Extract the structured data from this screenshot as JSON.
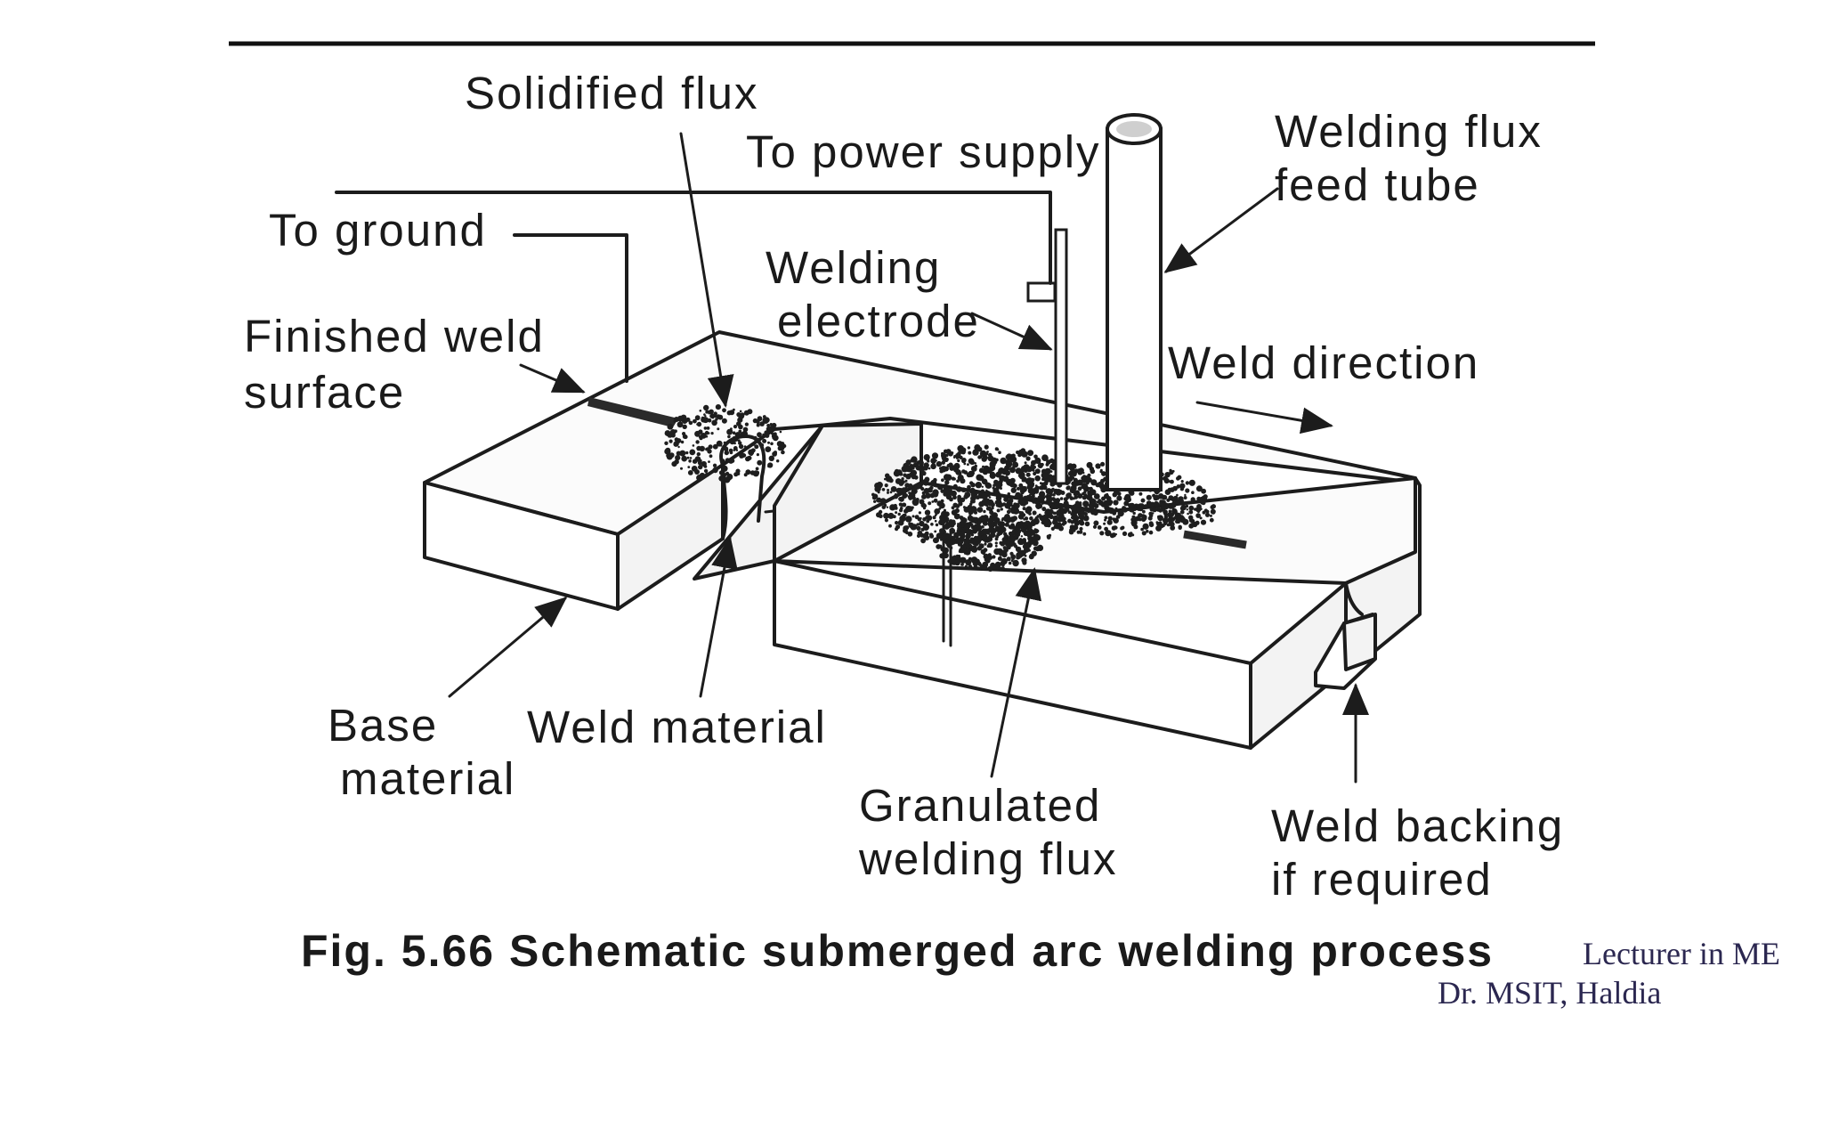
{
  "labels": {
    "solidified_flux": "Solidified flux",
    "to_power_supply": "To power supply",
    "welding_flux_feed_tube_1": "Welding flux",
    "welding_flux_feed_tube_2": "feed tube",
    "to_ground": "To ground",
    "welding_electrode_1": "Welding",
    "welding_electrode_2": "electrode",
    "finished_weld_surface_1": "Finished weld",
    "finished_weld_surface_2": "surface",
    "weld_direction": "Weld direction",
    "base_material_1": "Base",
    "base_material_2": "material",
    "weld_material": "Weld material",
    "granulated_welding_flux_1": "Granulated",
    "granulated_welding_flux_2": "welding flux",
    "weld_backing_1": "Weld backing",
    "weld_backing_2": "if required"
  },
  "caption": "Fig. 5.66 Schematic submerged arc welding process",
  "credit": {
    "line1": "Lecturer in ME",
    "line2": "Dr. MSIT, Haldia"
  }
}
